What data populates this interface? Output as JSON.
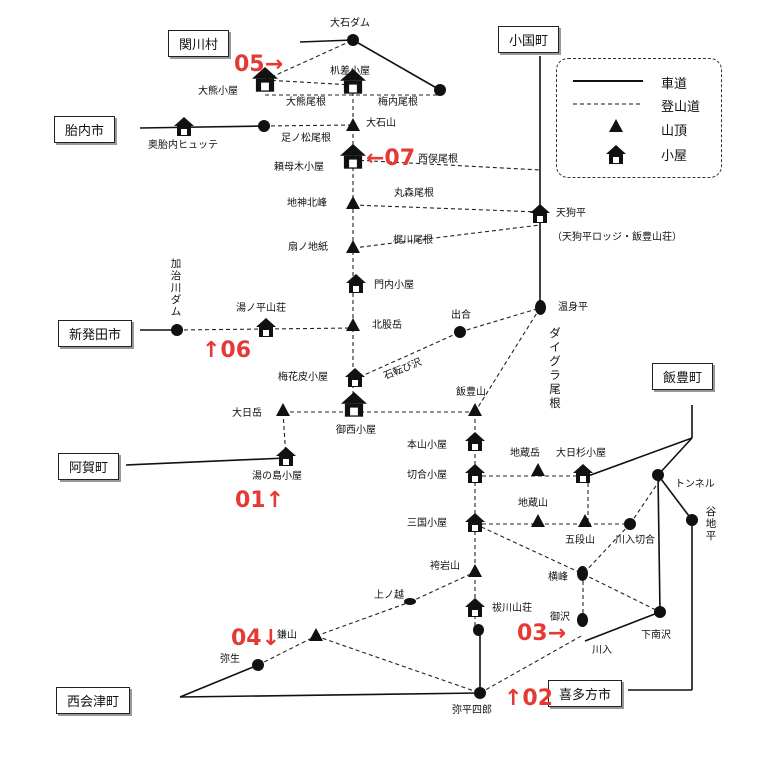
{
  "towns": {
    "sekikawa": "関川村",
    "tainai": "胎内市",
    "shibata": "新発田市",
    "aga": "阿賀町",
    "nishiaizu": "西会津町",
    "oguni": "小国町",
    "iide": "飯豊町",
    "kitakata": "喜多方市"
  },
  "routes": {
    "r01": "01↑",
    "r02": "↑02",
    "r03": "03→",
    "r04": "04↓",
    "r05": "05→",
    "r06": "↑06",
    "r07": "←07"
  },
  "legend": {
    "road": "車道",
    "trail": "登山道",
    "summit": "山頂",
    "hut": "小屋"
  },
  "places": {
    "ooishi_dam": "大石ダム",
    "ookuma_hut": "大熊小屋",
    "ookuma_ridge": "大熊尾根",
    "hangemoto_hut": "朳差小屋",
    "umeuchi_ridge": "梅内尾根",
    "okutainai_hutte": "奥胎内ヒュッテ",
    "ashinomatsu_ridge": "足ノ松尾根",
    "ooishiyama": "大石山",
    "ebobo_hut": "頼母木小屋",
    "nishimata_ridge": "西俣尾根",
    "jigami_north": "地神北峰",
    "marumori_ridge": "丸森尾根",
    "tengudaira": "天狗平",
    "tengudaira_note": "（天狗平ロッジ・飯豊山荘）",
    "ougino_chi": "扇ノ地紙",
    "kajikawa_ridge": "梶川尾根",
    "monnai_hut": "門内小屋",
    "kaji_dam": "加治川ダム",
    "yunohira": "湯ノ平山荘",
    "deai": "出合",
    "onsendaira": "温身平",
    "kitamata": "北股岳",
    "ishikorobi": "石転び沢",
    "daigura_ridge": "ダイグラ尾根",
    "baikahi_hut": "梅花皮小屋",
    "dainichi": "大日岳",
    "onishi_hut": "御西小屋",
    "iidesan": "飯豊山",
    "yunoshima_hut": "湯の島小屋",
    "honzan_hut": "本山小屋",
    "jizodake": "地蔵岳",
    "dainichisugi_hut": "大日杉小屋",
    "kiriai_hut": "切合小屋",
    "tunnel": "トンネル",
    "jizoyama": "地蔵山",
    "yachidaira": "谷地平",
    "mikuni_hut": "三国小屋",
    "godanyama": "五段山",
    "kawairi_kiriai": "川入切合",
    "kenganzan": "袴岩山",
    "yokomine": "横峰",
    "kaminokoshi": "上ノ越",
    "hashirikawa": "祓川山荘",
    "kamayama": "鎌山",
    "misawa": "御沢",
    "shimominamisawa": "下南沢",
    "yayoi": "弥生",
    "kawairi": "川入",
    "yaheishiro": "弥平四郎"
  }
}
